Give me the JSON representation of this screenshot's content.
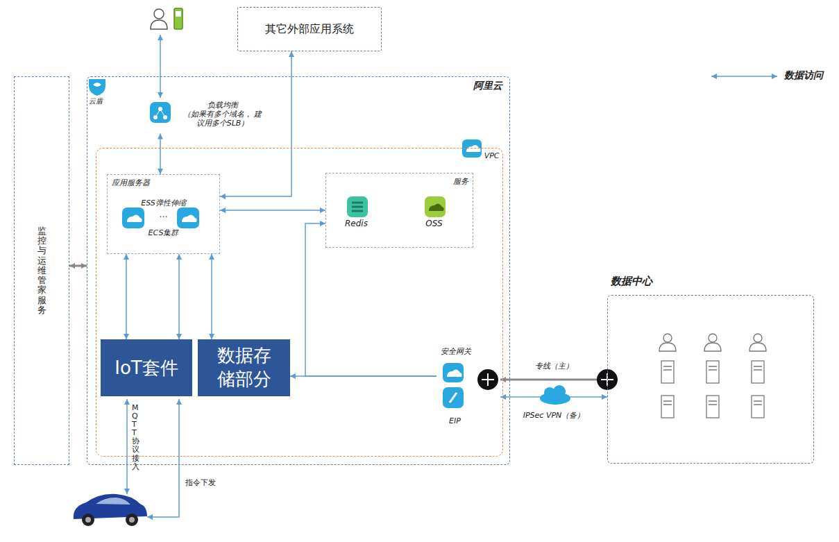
{
  "diagram": {
    "nodes": [
      {
        "text": [
          "其它外部应用系统"
        ]
      },
      {
        "text": [
          "监控与运维管家服务"
        ]
      },
      {
        "text": [
          "阿里云"
        ]
      },
      {
        "text": [
          "负载均衡",
          "（如果有多个域名， 建议用多个SLB）"
        ],
        "in": 2
      },
      {
        "text": [
          "VPC"
        ],
        "in": 2
      },
      {
        "text": [
          "应用服务器",
          "ESS弹性伸缩",
          "…",
          "ECS集群"
        ],
        "in": 4
      },
      {
        "text": [
          "服务"
        ],
        "in": 4
      },
      {
        "text": [
          "Redis"
        ],
        "in": 6
      },
      {
        "text": [
          "OSS"
        ],
        "in": 6
      },
      {
        "text": [
          "IoT套件"
        ],
        "in": 4
      },
      {
        "text": [
          "数据存 储部分"
        ],
        "in": 4
      },
      {
        "text": [
          "安全网关",
          "EIP"
        ],
        "in": 4
      },
      {
        "text": [
          "数据中心"
        ]
      }
    ],
    "edges": [
      {
        "from": 3,
        "to": 5,
        "arrow": "both"
      },
      {
        "from": 5,
        "to": 0,
        "arrow": "both"
      },
      {
        "from": 5,
        "to": 6,
        "arrow": "both"
      },
      {
        "from": 5,
        "to": 9,
        "arrow": "both"
      },
      {
        "from": 5,
        "to": 9,
        "arrow": "both"
      },
      {
        "from": 5,
        "to": 10,
        "arrow": "both"
      },
      {
        "from": 11,
        "to": 10,
        "arrow": "to"
      },
      {
        "from": 11,
        "to": 6,
        "arrow": "to"
      },
      {
        "from": 11,
        "to": 12,
        "label": "专线（主）",
        "arrow": "both"
      },
      {
        "from": 11,
        "to": 12,
        "label": "IPSec VPN（备）",
        "arrow": "both"
      },
      {
        "from": 1,
        "to": 2,
        "arrow": "both"
      }
    ],
    "labels": [
      "云盾",
      "MQTT 协议接入",
      "指令下发"
    ],
    "legend": [
      {
        "text": "数据访问"
      }
    ]
  }
}
